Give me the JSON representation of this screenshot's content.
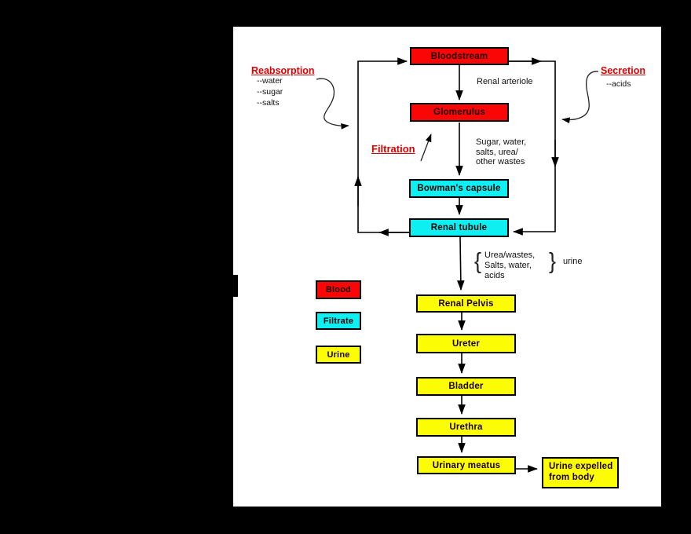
{
  "colors": {
    "node_red": "#FB0606",
    "node_cyan": "#0EEFF2",
    "node_yellow": "#FCFC05",
    "annotation_red": "#E00000",
    "line_black": "#000000",
    "panel_white": "#FFFFFF",
    "background_black": "#000000"
  },
  "flow": {
    "bloodstream": {
      "label": "Bloodstream"
    },
    "glomerulus": {
      "label": "Glomerulus"
    },
    "bowmans_capsule": {
      "label": "Bowman's capsule"
    },
    "renal_tubule": {
      "label": "Renal tubule"
    },
    "renal_pelvis": {
      "label": "Renal Pelvis"
    },
    "ureter": {
      "label": "Ureter"
    },
    "bladder": {
      "label": "Bladder"
    },
    "urethra": {
      "label": "Urethra"
    },
    "urinary_meatus": {
      "label": "Urinary meatus"
    },
    "urine_expelled": {
      "label": "Urine expelled from body"
    }
  },
  "annotations": {
    "reabsorption": {
      "title": "Reabsorption",
      "items": [
        "--water",
        "--sugar",
        "--salts"
      ]
    },
    "secretion": {
      "title": "Secretion",
      "items": [
        "--acids"
      ]
    },
    "filtration": {
      "title": "Filtration"
    },
    "renal_arteriole": "Renal arteriole",
    "filtrate_composition": {
      "line1": "Sugar, water,",
      "line2": "salts, urea/",
      "line3": "other wastes"
    },
    "urine_composition": {
      "brace_left": "{",
      "line1": "Urea/wastes,",
      "line2": "Salts, water,",
      "line3": "acids",
      "brace_right": "}",
      "result": "urine"
    }
  },
  "legend": {
    "blood": {
      "label": "Blood"
    },
    "filtrate": {
      "label": "Filtrate"
    },
    "urine": {
      "label": "Urine"
    }
  }
}
